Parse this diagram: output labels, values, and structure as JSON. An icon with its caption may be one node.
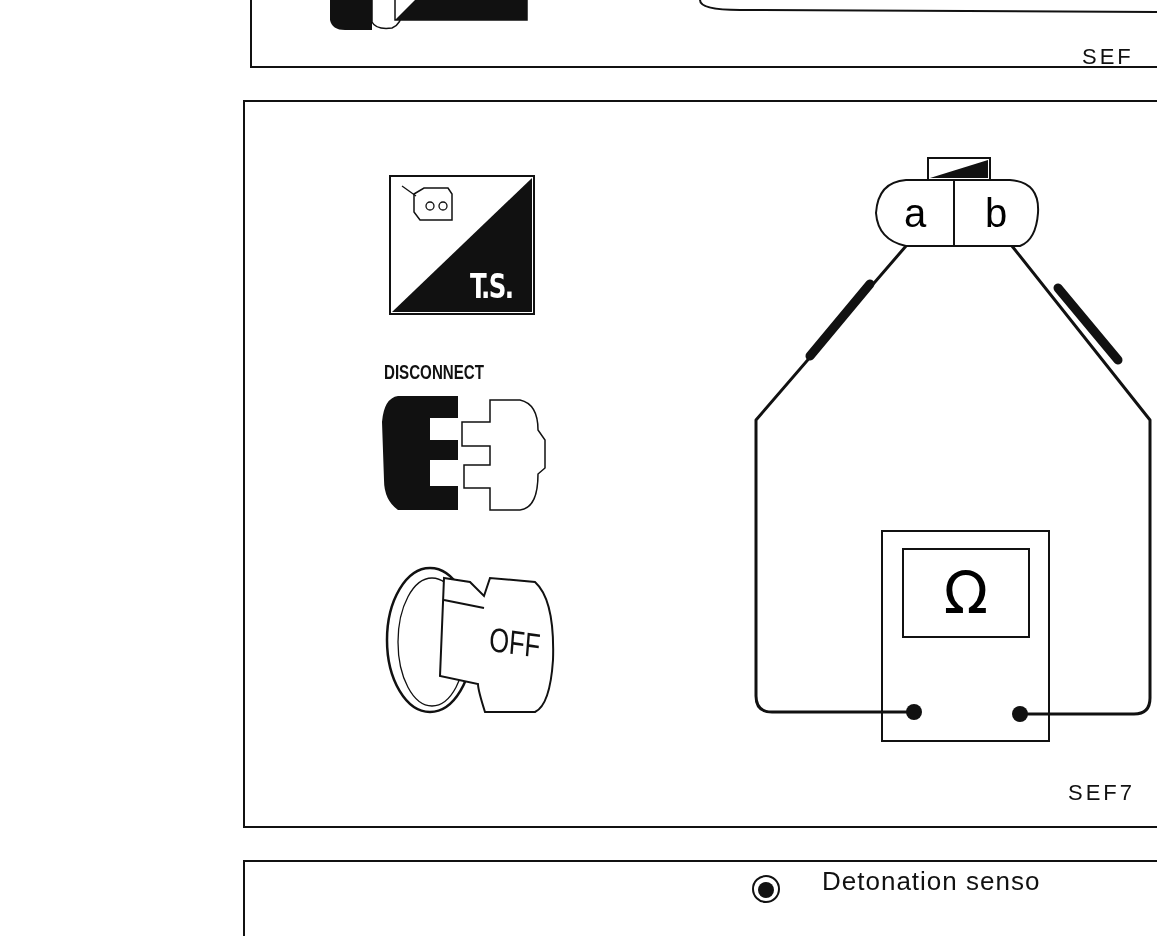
{
  "diagram": {
    "nodes": [
      {
        "text": [
          "a"
        ]
      },
      {
        "text": [
          "b"
        ]
      },
      {
        "text": [
          "Ω"
        ]
      }
    ],
    "edges": [
      {
        "from": 0,
        "to": 2,
        "arrow": "none"
      },
      {
        "from": 1,
        "to": 2,
        "arrow": "none"
      }
    ],
    "labels": [
      "SEF",
      "T.S.",
      "DISCONNECT",
      "OFF",
      "SEF7",
      "Detonation senso"
    ]
  }
}
